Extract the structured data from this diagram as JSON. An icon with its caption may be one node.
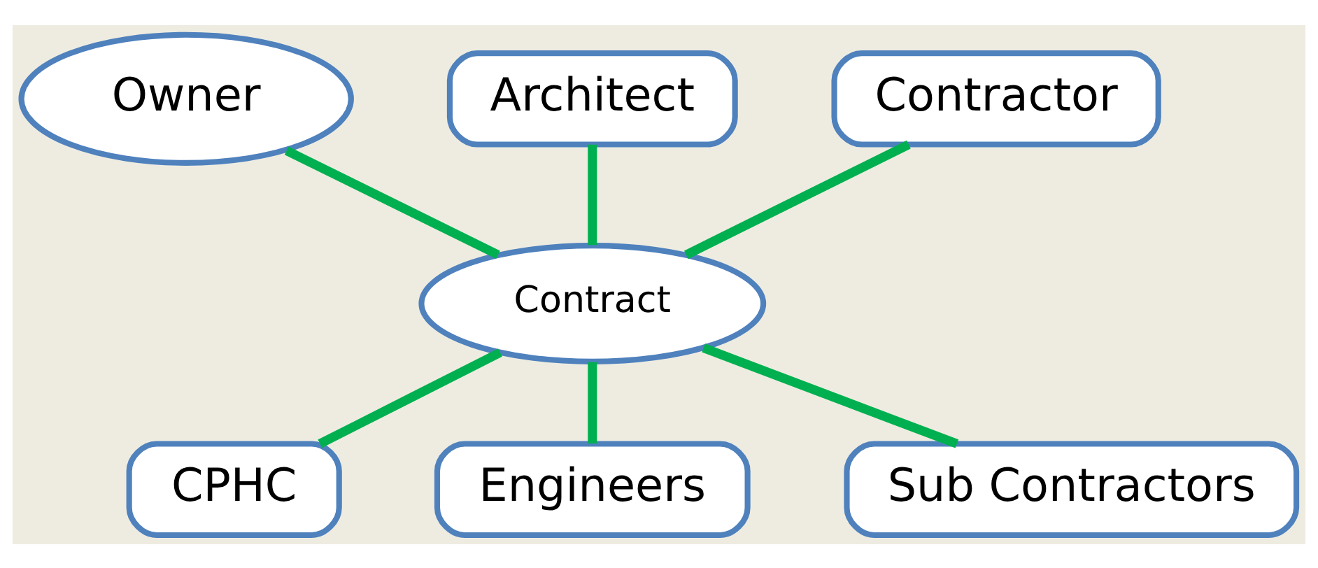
{
  "diagram": {
    "nodes": [
      {
        "text": [
          "Owner"
        ]
      },
      {
        "text": [
          "Architect"
        ]
      },
      {
        "text": [
          "Contractor"
        ]
      },
      {
        "text": [
          "Contract"
        ]
      },
      {
        "text": [
          "CPHC"
        ]
      },
      {
        "text": [
          "Engineers"
        ]
      },
      {
        "text": [
          "Sub Contractors"
        ]
      }
    ],
    "edges": [
      {
        "from": 0,
        "to": 3,
        "arrow": "none"
      },
      {
        "from": 1,
        "to": 3,
        "arrow": "none"
      },
      {
        "from": 2,
        "to": 3,
        "arrow": "none"
      },
      {
        "from": 3,
        "to": 4,
        "arrow": "none"
      },
      {
        "from": 3,
        "to": 5,
        "arrow": "none"
      },
      {
        "from": 3,
        "to": 6,
        "arrow": "none"
      }
    ]
  }
}
